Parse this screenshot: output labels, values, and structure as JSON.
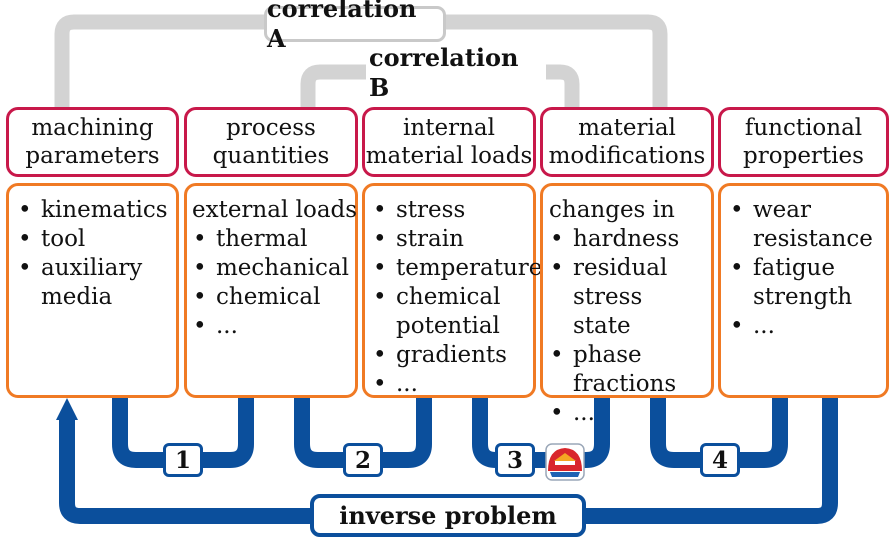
{
  "correlations": {
    "a": "correlation A",
    "b": "correlation B"
  },
  "columns": [
    {
      "header": "machining\nparameters",
      "intro": "",
      "items": [
        "kinematics",
        "tool",
        "auxiliary\nmedia"
      ]
    },
    {
      "header": "process\nquantities",
      "intro": "external loads",
      "items": [
        "thermal",
        "mechanical",
        "chemical",
        "..."
      ]
    },
    {
      "header": "internal\nmaterial loads",
      "intro": "",
      "items": [
        "stress",
        "strain",
        "temperature",
        "chemical\npotential",
        "gradients",
        "..."
      ]
    },
    {
      "header": "material\nmodifications",
      "intro": "changes in",
      "items": [
        "hardness",
        "residual\nstress state",
        "phase\nfractions",
        "..."
      ]
    },
    {
      "header": "functional\nproperties",
      "intro": "",
      "items": [
        "wear\nresistance",
        "fatigue\nstrength",
        "..."
      ]
    }
  ],
  "steps": [
    "1",
    "2",
    "3",
    "4"
  ],
  "inverse_problem": "inverse problem",
  "icons": {
    "logo": "institute-logo-icon"
  },
  "colors": {
    "header_border": "#c8184a",
    "body_border": "#f07a24",
    "flow_blue": "#0b4f9c",
    "correlation_gray": "#d3d3d3"
  }
}
